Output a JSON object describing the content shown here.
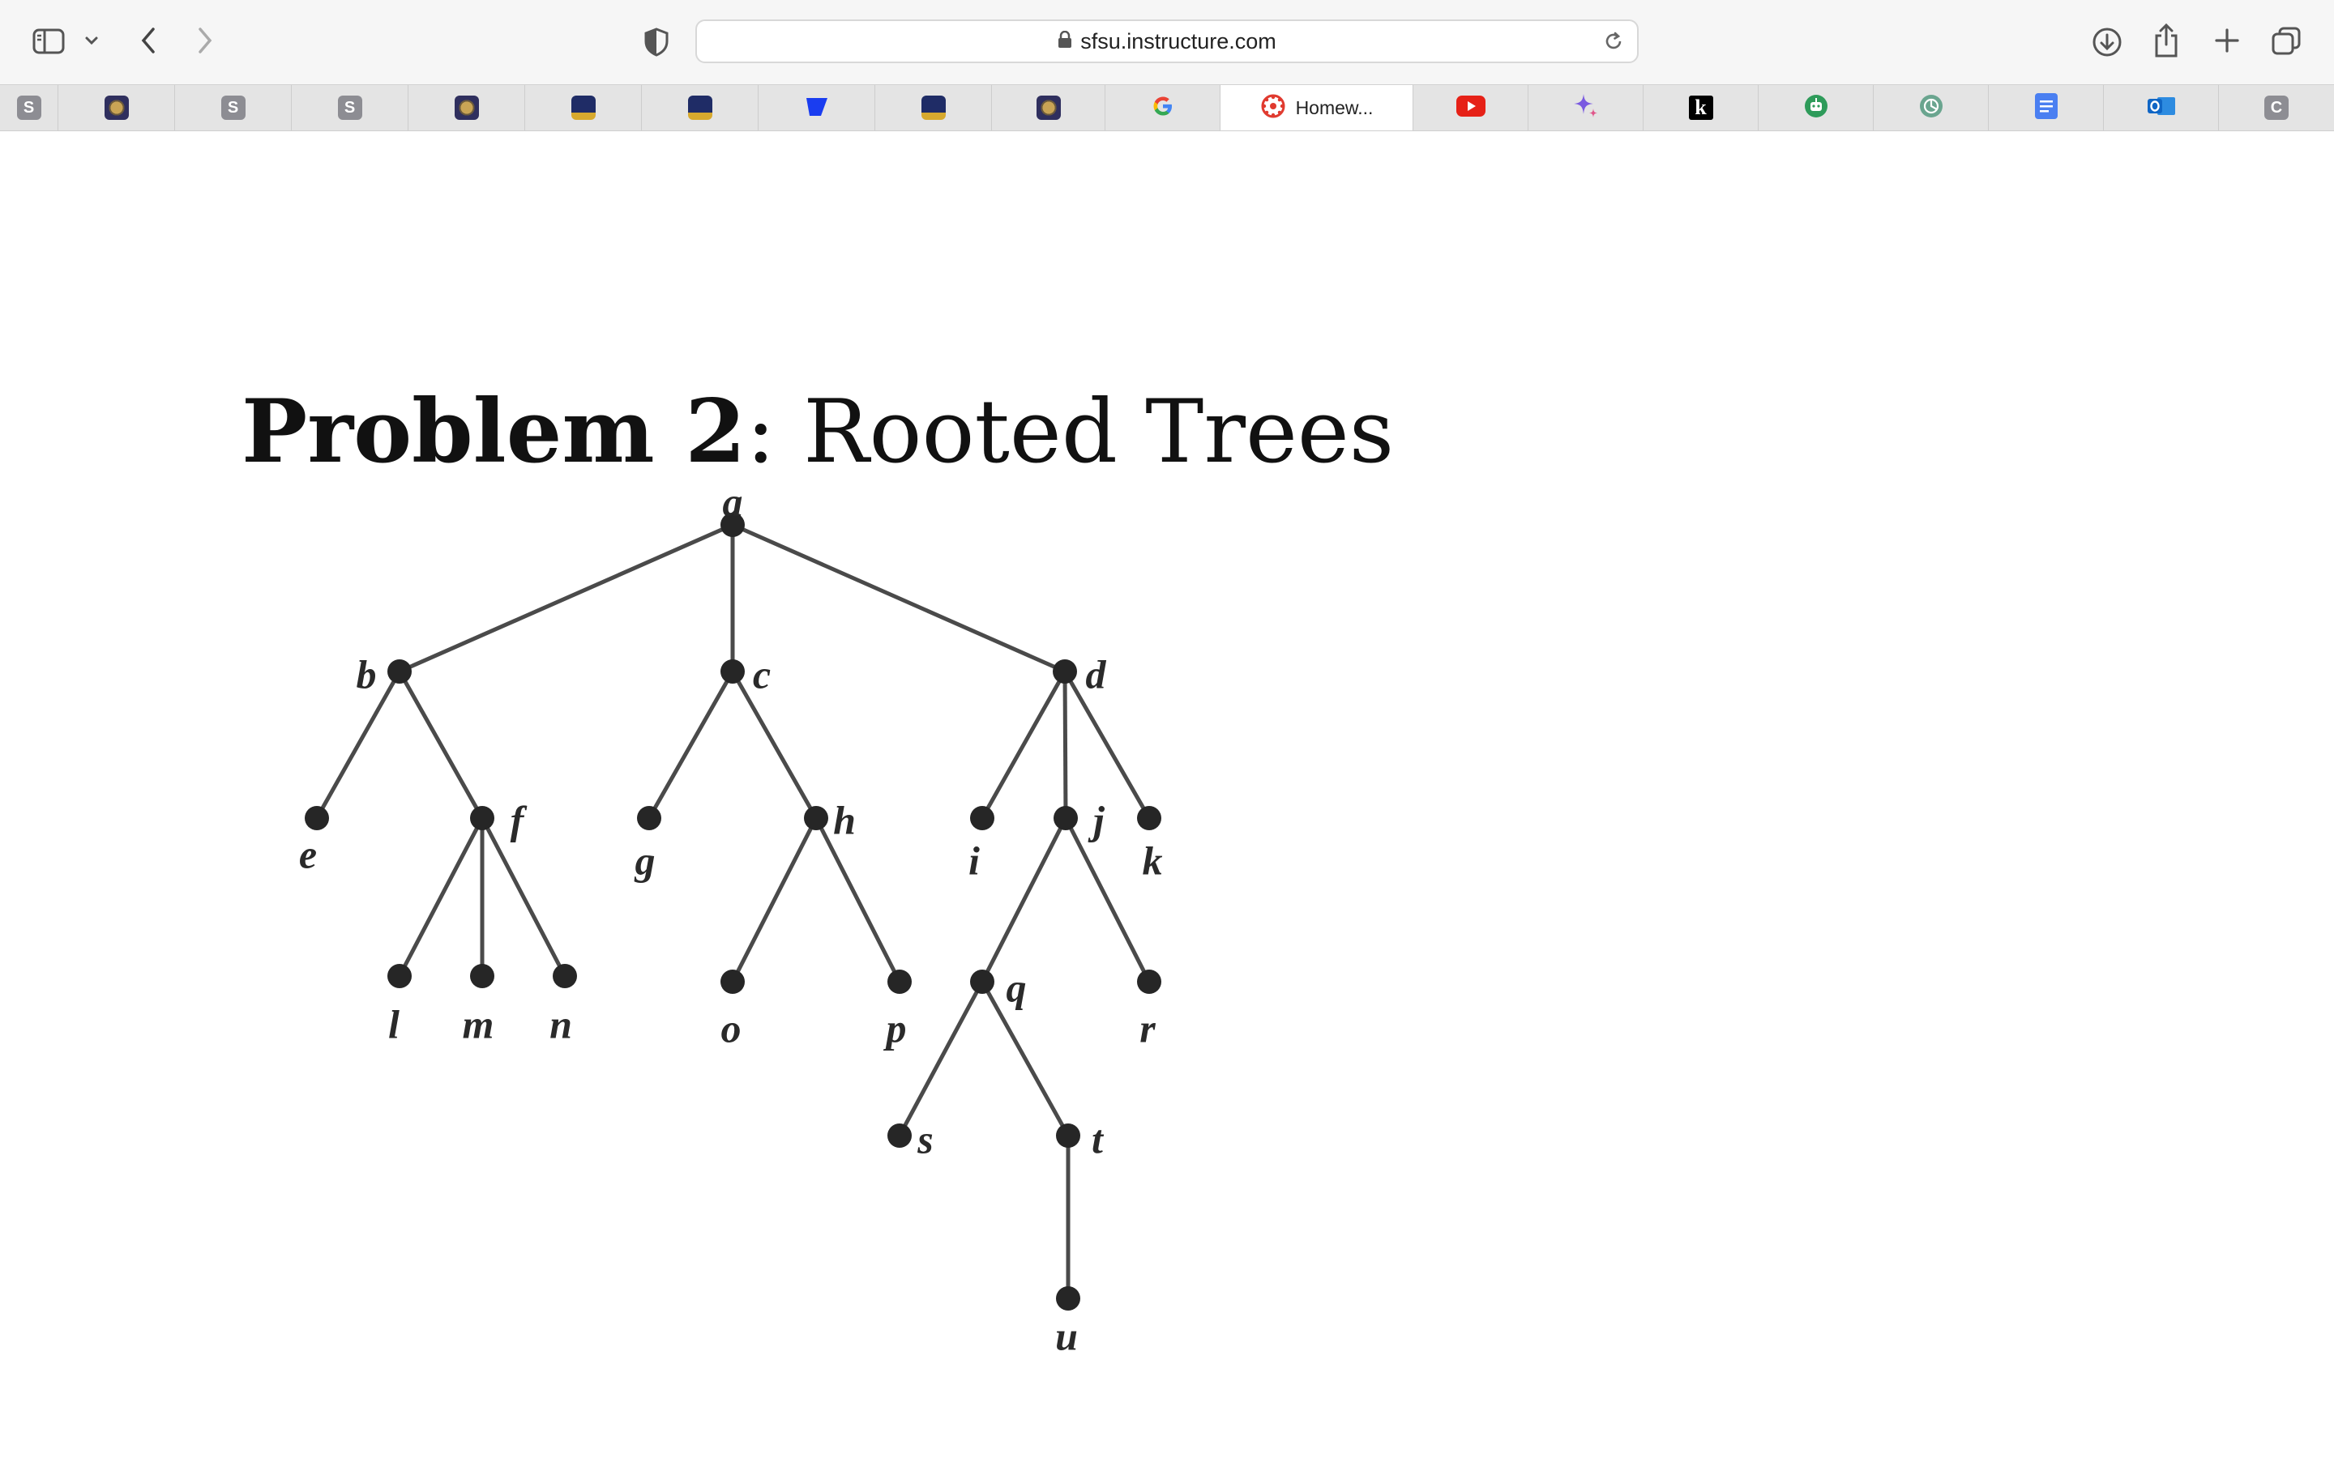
{
  "browser": {
    "url": "sfsu.instructure.com"
  },
  "tabs": [
    {
      "favicon": "s-icon",
      "label": ""
    },
    {
      "favicon": "seal-icon",
      "label": ""
    },
    {
      "favicon": "s-icon",
      "label": ""
    },
    {
      "favicon": "s-icon",
      "label": ""
    },
    {
      "favicon": "seal-icon",
      "label": ""
    },
    {
      "favicon": "sun-icon",
      "label": ""
    },
    {
      "favicon": "sun-icon",
      "label": ""
    },
    {
      "favicon": "blue-flag-icon",
      "label": ""
    },
    {
      "favicon": "sun-icon",
      "label": ""
    },
    {
      "favicon": "seal-icon",
      "label": ""
    },
    {
      "favicon": "google-icon",
      "label": ""
    },
    {
      "favicon": "canvas-icon",
      "label": "Homew...",
      "active": true
    },
    {
      "favicon": "youtube-icon",
      "label": ""
    },
    {
      "favicon": "sparkle-icon",
      "label": ""
    },
    {
      "favicon": "k-icon",
      "label": ""
    },
    {
      "favicon": "robot-icon",
      "label": ""
    },
    {
      "favicon": "chatgpt-icon",
      "label": ""
    },
    {
      "favicon": "docs-icon",
      "label": ""
    },
    {
      "favicon": "outlook-icon",
      "label": ""
    },
    {
      "favicon": "c-icon",
      "label": ""
    }
  ],
  "content": {
    "title_bold": "Problem 2",
    "title_rest": ": Rooted Trees"
  },
  "tree": {
    "nodes": [
      "a",
      "b",
      "c",
      "d",
      "e",
      "f",
      "g",
      "h",
      "i",
      "j",
      "k",
      "l",
      "m",
      "n",
      "o",
      "p",
      "q",
      "r",
      "s",
      "t",
      "u"
    ],
    "edges": [
      [
        "a",
        "b"
      ],
      [
        "a",
        "c"
      ],
      [
        "a",
        "d"
      ],
      [
        "b",
        "e"
      ],
      [
        "b",
        "f"
      ],
      [
        "c",
        "g"
      ],
      [
        "c",
        "h"
      ],
      [
        "d",
        "i"
      ],
      [
        "d",
        "j"
      ],
      [
        "d",
        "k"
      ],
      [
        "f",
        "l"
      ],
      [
        "f",
        "m"
      ],
      [
        "f",
        "n"
      ],
      [
        "h",
        "o"
      ],
      [
        "h",
        "p"
      ],
      [
        "j",
        "q"
      ],
      [
        "j",
        "r"
      ],
      [
        "q",
        "s"
      ],
      [
        "q",
        "t"
      ],
      [
        "t",
        "u"
      ]
    ]
  }
}
